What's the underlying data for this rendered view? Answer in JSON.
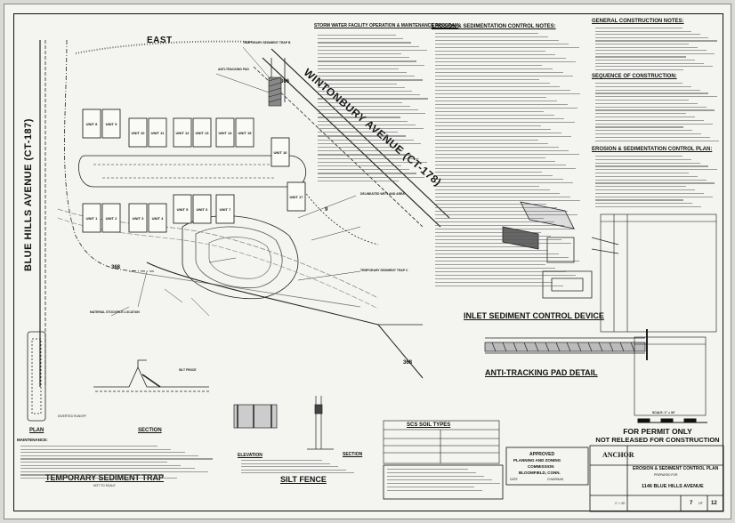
{
  "streets": {
    "blue_hills": "BLUE HILLS AVENUE (CT-187)",
    "wintonbury": "WINTONBURY AVENUE (CT-178)",
    "east": "EAST"
  },
  "site_labels": {
    "lot_306": "306",
    "lot_368": "368",
    "lot_368b": "368",
    "lot_9": "9"
  },
  "units": [
    {
      "label": "UNIT 8"
    },
    {
      "label": "UNIT 9"
    },
    {
      "label": "UNIT 10"
    },
    {
      "label": "UNIT 11"
    },
    {
      "label": "UNIT 12"
    },
    {
      "label": "UNIT 13"
    },
    {
      "label": "UNIT 14"
    },
    {
      "label": "UNIT 15"
    },
    {
      "label": "UNIT 1"
    },
    {
      "label": "UNIT 2"
    },
    {
      "label": "UNIT 3"
    },
    {
      "label": "UNIT 4"
    },
    {
      "label": "UNIT 5"
    },
    {
      "label": "UNIT 6"
    },
    {
      "label": "UNIT 7"
    },
    {
      "label": "UNIT 16"
    },
    {
      "label": "UNIT 17"
    }
  ],
  "headings": {
    "storm_water": "STORM WATER FACILITY OPERATION & MAINTENANCE PROGRAM",
    "erosion_notes": "EROSION & SEDIMENTATION CONTROL NOTES:",
    "general_notes": "GENERAL CONSTRUCTION NOTES:",
    "sequence": "SEQUENCE OF CONSTRUCTION:",
    "esc_plan": "EROSION & SEDIMENTATION CONTROL PLAN:",
    "scs_soils": "SCS SOIL TYPES",
    "inlet_device": "INLET SEDIMENT CONTROL DEVICE",
    "anti_tracking": "ANTI-TRACKING PAD DETAIL",
    "temp_trap": "TEMPORARY SEDIMENT TRAP",
    "silt_fence": "SILT FENCE",
    "plan": "PLAN",
    "section": "SECTION",
    "section2": "SECTION",
    "elevation": "ELEVATION",
    "maintenance": "MAINTENANCE:"
  },
  "callouts": {
    "temp_trap_b": "TEMPORARY SEDIMENT TRAP B",
    "anti_tracking_pad": "ANTI-TRACKING PAD",
    "delineated_wetland": "DELINEATED WETLAND AREA",
    "temp_trap_c": "TEMPORARY SEDIMENT TRAP C",
    "material_stockpile": "MATERIAL STOCKPILE LOCATION",
    "silt_fence_cl": "SILT FENCE",
    "diverted_runoff": "DIVERTED RUNOFF"
  },
  "permit": {
    "line1": "FOR PERMIT ONLY",
    "line2": "NOT RELEASED FOR CONSTRUCTION"
  },
  "approval": {
    "approved": "APPROVED",
    "board": "PLANNING AND ZONING",
    "commission": "COMMISSION",
    "town": "BLOOMFIELD, CONN.",
    "date": "DATE",
    "chairman": "CHAIRMAN"
  },
  "title_block": {
    "firm": "ANCHOR",
    "drawing_title": "EROSION & SEDIMENT CONTROL PLAN",
    "prepared_for": "PREPARED FOR",
    "address": "1146 BLUE HILLS AVENUE",
    "scale": "1\" = 30'",
    "sheet_no": "7",
    "sheet_of": "12",
    "of": "OF"
  },
  "scale_bar": "SCALE: 1\" = 30'",
  "not_to_scale": "NOT TO SCALE"
}
